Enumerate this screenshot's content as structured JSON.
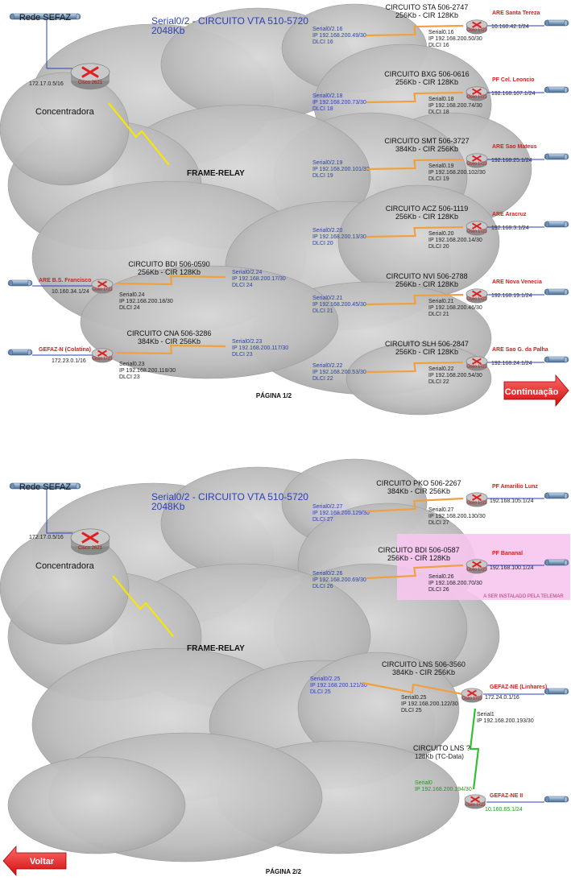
{
  "rede_label": "Rede SEFAZ",
  "serial_header": "Serial0/2 - CIRCUITO VTA 510-5720",
  "header_speed": "2048Kb",
  "concentradora_ip": "172.17.0.5/16",
  "concentradora_label": "Concentradora",
  "concentradora_model": "Cisco 2621",
  "frame_relay": "FRAME-RELAY",
  "router_model": "Cisco 1721",
  "page1": {
    "page_label": "PÁGINA 1/2",
    "button": "Continuação",
    "right_sites": [
      {
        "circuit": "CIRCUITO STA 506-2747",
        "speed": "256Kb - CIR 128Kb",
        "if_center": "Serial0/2.16",
        "ip_center": "IP 192.168.200.49/30",
        "dlci_center": "DLCI 16",
        "if_remote": "Serial0.16",
        "ip_remote": "IP 192.168.200.50/30",
        "dlci_remote": "DLCI 16",
        "site": "ARE Santa Tereza",
        "lan": "10.160.42.1/24"
      },
      {
        "circuit": "CIRCUITO BXG 506-0616",
        "speed": "256Kb - CIR 128Kb",
        "if_center": "Serial0/2.18",
        "ip_center": "IP 192.168.200.73/30",
        "dlci_center": "DLCI 18",
        "if_remote": "Serial0.18",
        "ip_remote": "IP 192.168.200.74/30",
        "dlci_remote": "DLCI 18",
        "site": "PF Cel. Leoncio",
        "lan": "192.168.107.1/24"
      },
      {
        "circuit": "CIRCUITO SMT 506-3727",
        "speed": "384Kb - CIR 256Kb",
        "if_center": "Serial0/2.19",
        "ip_center": "IP 192.168.200.101/30",
        "dlci_center": "DLCI 19",
        "if_remote": "Serial0.19",
        "ip_remote": "IP 192.168.200.102/30",
        "dlci_remote": "DLCI 19",
        "site": "ARE Sao Mateus",
        "lan": "192.168.25.1/24"
      },
      {
        "circuit": "CIRCUITO ACZ 506-1119",
        "speed": "256Kb - CIR 128Kb",
        "if_center": "Serial0/2.20",
        "ip_center": "IP 192.168.200.13/30",
        "dlci_center": "DLCI 20",
        "if_remote": "Serial0.20",
        "ip_remote": "IP 192.168.200.14/30",
        "dlci_remote": "DLCI 20",
        "site": "ARE Aracruz",
        "lan": "192.168.3.1/24"
      },
      {
        "circuit": "CIRCUITO NVI 506-2788",
        "speed": "256Kb - CIR 128Kb",
        "if_center": "Serial0/2.21",
        "ip_center": "IP 192.168.200.45/30",
        "dlci_center": "DLCI 21",
        "if_remote": "Serial0.21",
        "ip_remote": "IP 192.168.200.46/30",
        "dlci_remote": "DLCI 21",
        "site": "ARE Nova Venecia",
        "lan": "192.168.19.1/24"
      },
      {
        "circuit": "CIRCUITO SLH 506-2847",
        "speed": "256Kb - CIR 128Kb",
        "if_center": "Serial0/2.22",
        "ip_center": "IP 192.168.200.53/30",
        "dlci_center": "DLCI 22",
        "if_remote": "Serial0.22",
        "ip_remote": "IP 192.168.200.54/30",
        "dlci_remote": "DLCI 22",
        "site": "ARE Sao G. da Palha",
        "lan": "192.168.24.1/24"
      }
    ],
    "left_sites": [
      {
        "circuit": "CIRCUITO BDI 506-0590",
        "speed": "256Kb - CIR 128Kb",
        "if_center": "Serial0/2.24",
        "ip_center": "IP 192.168.200.17/30",
        "dlci_center": "DLCI 24",
        "if_remote": "Serial0.24",
        "ip_remote": "IP 192.168.200.18/30",
        "dlci_remote": "DLCI 24",
        "site": "ARE B.S. Francisco",
        "lan": "10.160.34.1/24"
      },
      {
        "circuit": "CIRCUITO CNA 506-3286",
        "speed": "384Kb - CIR 256Kb",
        "if_center": "Serial0/2.23",
        "ip_center": "IP 192.168.200.117/30",
        "dlci_center": "DLCI 23",
        "if_remote": "Serial0.23",
        "ip_remote": "IP 192.168.200.118/30",
        "dlci_remote": "DLCI 23",
        "site": "GEFAZ-N (Colatina)",
        "lan": "172.23.0.1/16"
      }
    ]
  },
  "page2": {
    "page_label": "PÁGINA 2/2",
    "button": "Voltar",
    "pending_note": "A SER INSTALADO PELA TELEMAR",
    "sites": [
      {
        "circuit": "CIRCUITO PKO 506-2267",
        "speed": "384Kb - CIR 256Kb",
        "if_center": "Serial0/2.27",
        "ip_center": "IP 192.168.200.129/30",
        "dlci_center": "DLCI 27",
        "if_remote": "Serial0.27",
        "ip_remote": "IP 192.168.200.130/30",
        "dlci_remote": "DLCI 27",
        "site": "PF Amarilio Lunz",
        "lan": "192.168.105.1/24"
      },
      {
        "circuit": "CIRCUITO BDI 506-0587",
        "speed": "256Kb - CIR 128Kb",
        "if_center": "Serial0/2.26",
        "ip_center": "IP 192.168.200.69/30",
        "dlci_center": "DLCI 26",
        "if_remote": "Serial0.26",
        "ip_remote": "IP 192.168.200.70/30",
        "dlci_remote": "DLCI 26",
        "site": "PF Bananal",
        "lan": "192.168.100.1/24"
      }
    ],
    "lns": {
      "circuit": "CIRCUITO LNS 506-3560",
      "speed": "384Kb - CIR 256Kb",
      "if_center": "Serial0/2.25",
      "ip_center": "IP 192.168.200.121/30",
      "dlci_center": "DLCI 25",
      "if_remote": "Serial0.25",
      "ip_remote": "IP 192.168.200.122/30",
      "dlci_remote": "DLCI 25",
      "site": "GEFAZ-NE (Linhares)",
      "lan": "172.24.0.1/16",
      "serial1": "Serial1",
      "serial1_ip": "IP 192.168.200.193/30"
    },
    "tc": {
      "circuit": "CIRCUITO LNS ?",
      "speed": "128Kb (TC-Data)",
      "if": "Serial0",
      "ip": "IP 192.168.200.194/30",
      "site": "GEFAZ-NE II",
      "lan": "10.160.65.1/24"
    }
  }
}
